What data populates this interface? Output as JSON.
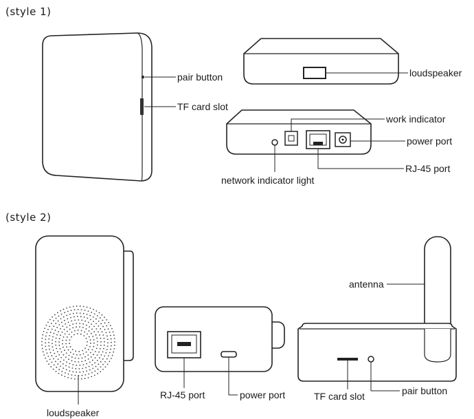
{
  "sections": {
    "style1": "(style 1)",
    "style2": "(style 2)"
  },
  "labels": {
    "s1_pair_button": "pair button",
    "s1_tf_card_slot": "TF card slot",
    "s1_loudspeaker": "loudspeaker",
    "s1_work_indicator": "work indicator",
    "s1_power_port": "power port",
    "s1_rj45_port": "RJ-45 port",
    "s1_network_indicator": "network indicator light",
    "s2_loudspeaker": "loudspeaker",
    "s2_rj45_port": "RJ-45 port",
    "s2_power_port": "power port",
    "s2_antenna": "antenna",
    "s2_tf_card_slot": "TF card slot",
    "s2_pair_button": "pair button"
  }
}
